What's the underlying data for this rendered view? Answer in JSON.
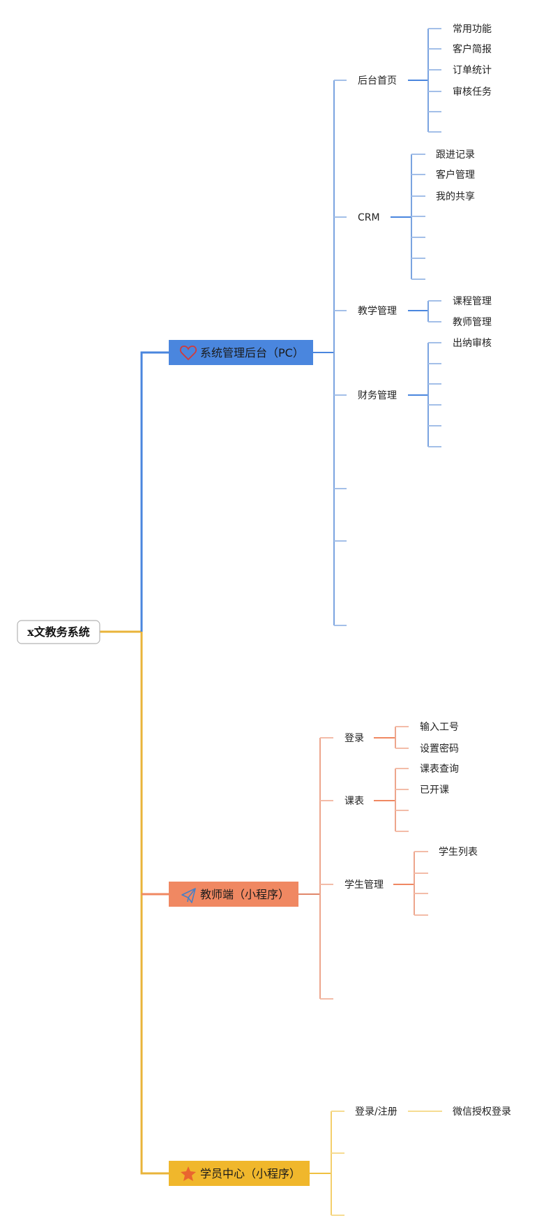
{
  "root": {
    "label": "x文教务系统"
  },
  "colors": {
    "blue": "#4a86de",
    "blue_light": "#a3bfe8",
    "orange": "#f08862",
    "orange_light": "#f3bca8",
    "gold": "#f0b72c",
    "gold_light": "#f6dc92"
  },
  "branches": [
    {
      "label": "系统管理后台（PC）",
      "icon": "heart-icon",
      "children": [
        {
          "label": "后台首页",
          "children": [
            "常用功能",
            "客户简报",
            "订单统计",
            "审核任务"
          ]
        },
        {
          "label": "CRM",
          "children": [
            "跟进记录",
            "客户管理",
            "我的共享"
          ]
        },
        {
          "label": "教学管理",
          "children": [
            "课程管理",
            "教师管理"
          ]
        },
        {
          "label": "财务管理",
          "children": [
            "出纳审核"
          ]
        }
      ]
    },
    {
      "label": "教师端（小程序）",
      "icon": "paper-plane-icon",
      "children": [
        {
          "label": "登录",
          "children": [
            "输入工号",
            "设置密码"
          ]
        },
        {
          "label": "课表",
          "children": [
            "课表查询",
            "已开课"
          ]
        },
        {
          "label": "学生管理",
          "children": [
            "学生列表"
          ]
        }
      ]
    },
    {
      "label": "学员中心（小程序）",
      "icon": "star-icon",
      "children": [
        {
          "label": "登录/注册",
          "children": [
            "微信授权登录"
          ]
        }
      ]
    }
  ]
}
